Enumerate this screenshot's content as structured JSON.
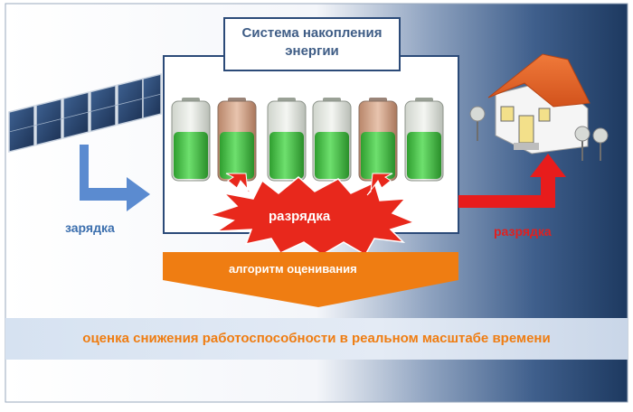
{
  "diagram": {
    "title_line1": "Система накопления",
    "title_line2": "энергии",
    "charge_label": "зарядка",
    "discharge_center_label": "разрядка",
    "discharge_right_label": "разрядка",
    "algorithm_label": "алгоритм оценивания",
    "bottom_label": "оценка снижения работоспособности в реальном масштабе времени"
  },
  "colors": {
    "charge_arrow": "#5b8bd0",
    "discharge_arrow": "#e81c1c",
    "burst": "#e8281c",
    "algorithm_bar": "#ef7d12",
    "battery_fill": "#3fbf3f",
    "title_border": "#2b4a78",
    "dark_panel": "#1d3960"
  }
}
